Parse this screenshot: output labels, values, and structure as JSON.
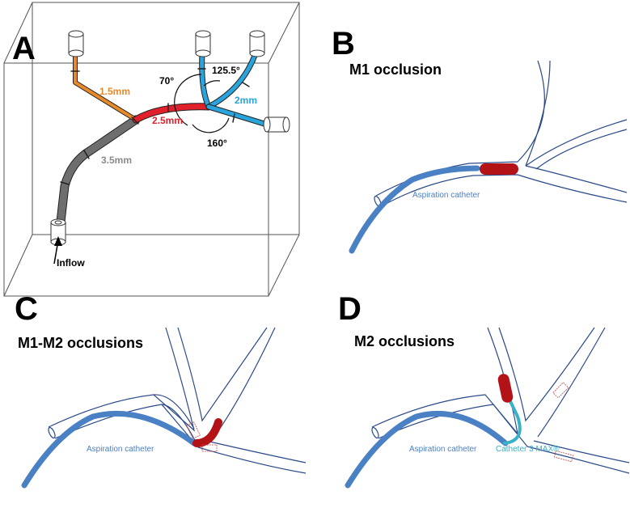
{
  "panels": {
    "a": {
      "letter": "A",
      "labels": {
        "d1": "1.5mm",
        "d2": "2.5mm",
        "d3": "2mm",
        "d4": "3.5mm",
        "angle1": "70°",
        "angle2": "125.5°",
        "angle3": "160°",
        "inflow": "Inflow"
      }
    },
    "b": {
      "letter": "B",
      "title": "M1 occlusion",
      "catheter": "Aspiration catheter"
    },
    "c": {
      "letter": "C",
      "title": "M1-M2 occlusions",
      "catheter": "Aspiration catheter"
    },
    "d": {
      "letter": "D",
      "title": "M2 occlusions",
      "catheter": "Aspiration catheter",
      "catheter2": "Catheter 3 MAX®"
    }
  },
  "colors": {
    "orange": "#e8892a",
    "red": "#e0202a",
    "cyan": "#2aa4dc",
    "gray": "#6e6e6e",
    "catheter": "#4a80c4",
    "clot": "#b31217",
    "microcatheter": "#3ab0c8",
    "vessel": "#2b4a8a"
  }
}
